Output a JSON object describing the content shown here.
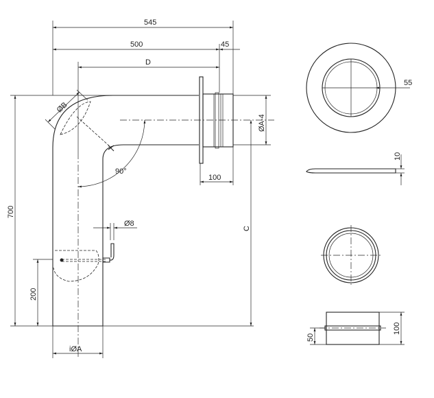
{
  "drawing": {
    "dims": {
      "overall_width": "545",
      "width_500": "500",
      "width_45": "45",
      "d": "D",
      "dia_b": "ØB",
      "dia_a4": "ØA-4",
      "angle": "90°",
      "flange_len": "100",
      "height": "700",
      "rod_dia": "Ø8",
      "c": "C",
      "rod_height": "200",
      "inner_dia": "iØA"
    },
    "details": {
      "rosette_55": "55",
      "rosette_thickness": "10",
      "sleeve_50": "50",
      "sleeve_100": "100"
    }
  }
}
